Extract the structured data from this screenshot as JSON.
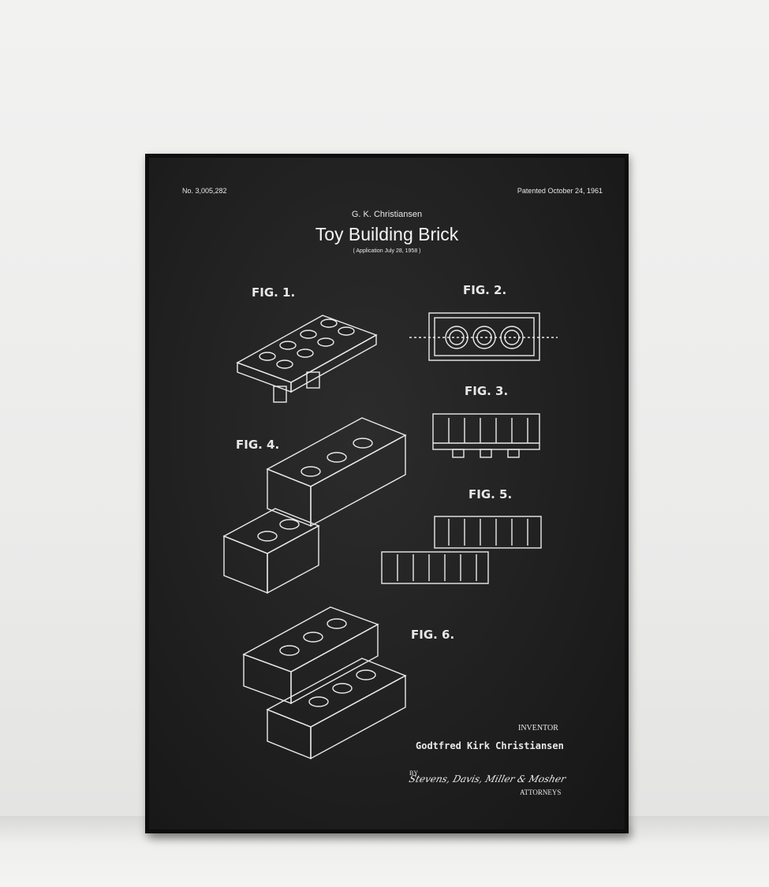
{
  "patent_number": "No. 3,005,282",
  "patent_date": "Patented October 24, 1961",
  "inventor_short": "G. K. Christiansen",
  "title": "Toy Building Brick",
  "application": "( Application July 28, 1958 )",
  "figures": [
    "FIG. 1.",
    "FIG. 2.",
    "FIG. 3.",
    "FIG. 4.",
    "FIG. 5.",
    "FIG. 6."
  ],
  "inventor_label": "INVENTOR",
  "inventor_name": "Godtfred Kirk Christiansen",
  "by_label": "BY",
  "attorneys_signature": "Stevens, Davis, Miller & Mosher",
  "attorneys_label": "ATTORNEYS"
}
